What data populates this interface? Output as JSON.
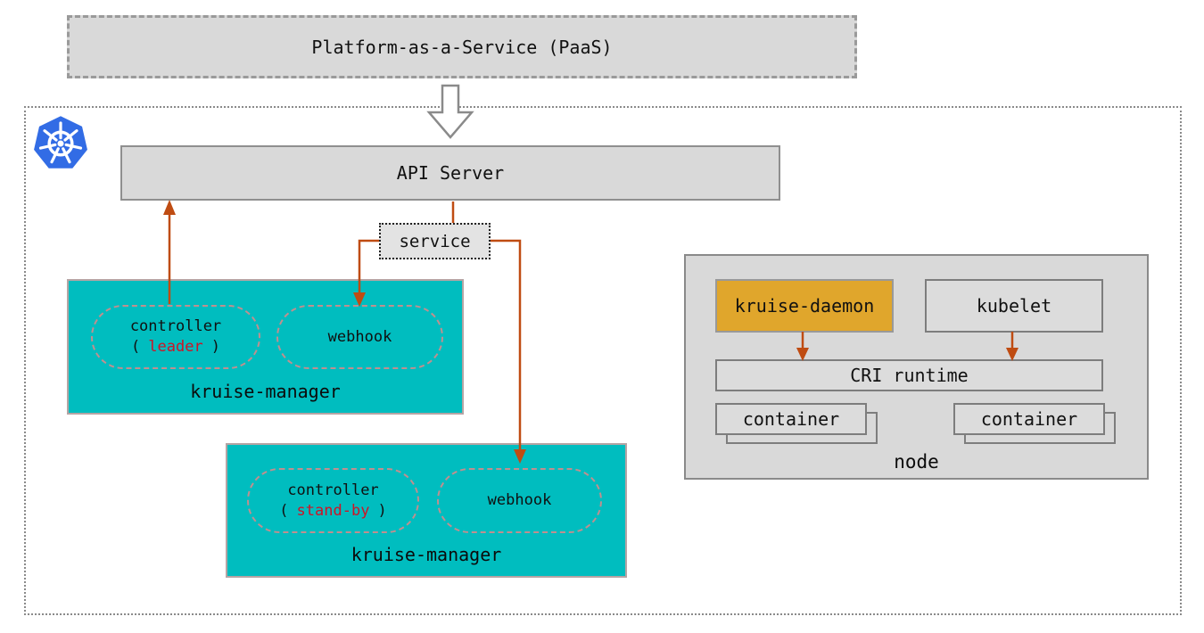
{
  "paas": {
    "label": "Platform-as-a-Service (PaaS)"
  },
  "cluster": {
    "api_server": "API Server",
    "service": "service",
    "managers": [
      {
        "title": "kruise-manager",
        "controller": "controller",
        "role_open": "(",
        "role": "leader",
        "role_close": ")",
        "webhook": "webhook"
      },
      {
        "title": "kruise-manager",
        "controller": "controller",
        "role_open": "(",
        "role": "stand-by",
        "role_close": ")",
        "webhook": "webhook"
      }
    ],
    "node": {
      "title": "node",
      "kruise_daemon": "kruise-daemon",
      "kubelet": "kubelet",
      "cri_runtime": "CRI runtime",
      "container_left": "container",
      "container_right": "container"
    }
  },
  "icons": {
    "kubernetes_logo": "kubernetes-helm-wheel"
  },
  "colors": {
    "teal": "#00bdbf",
    "gold": "#e0a62c",
    "arrow": "#bf4c12",
    "red": "#d01326",
    "boxgray": "#d9d9d9"
  }
}
